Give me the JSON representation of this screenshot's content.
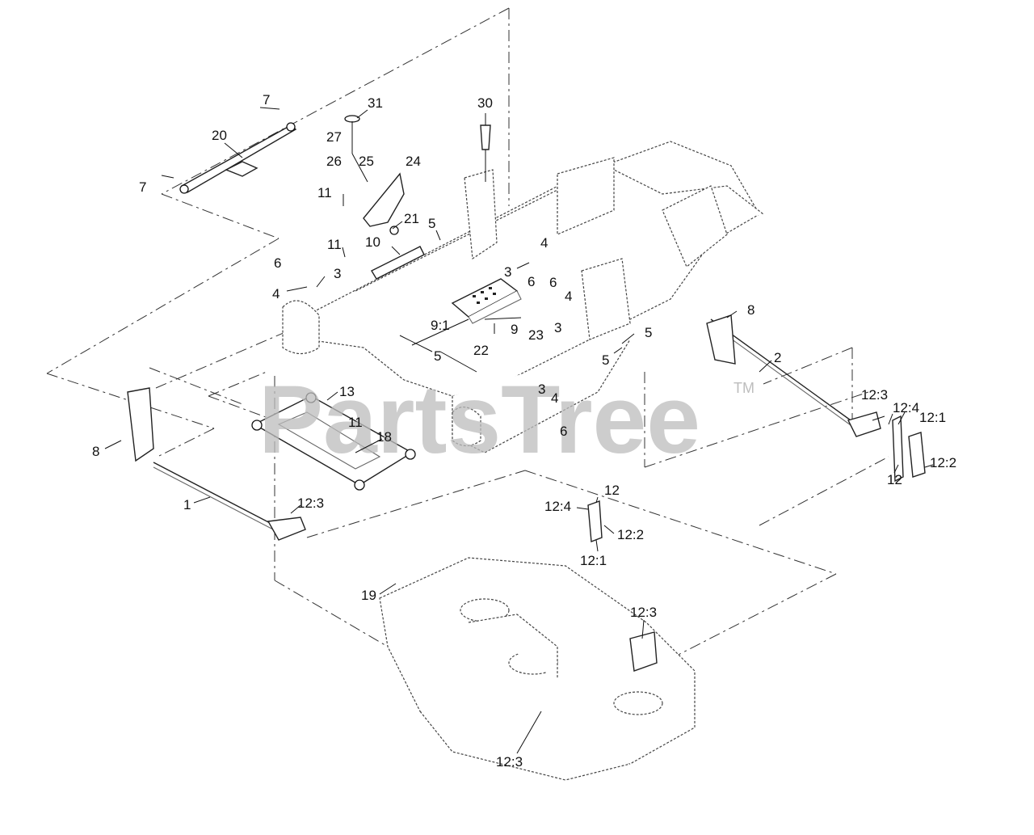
{
  "watermark": {
    "text": "PartsTree",
    "mark": "TM"
  },
  "callouts": [
    "7",
    "31",
    "20",
    "27",
    "26",
    "25",
    "24",
    "7",
    "11",
    "21",
    "5",
    "11",
    "10",
    "30",
    "6",
    "3",
    "4",
    "4",
    "3",
    "6",
    "6",
    "4",
    "9:1",
    "9",
    "23",
    "3",
    "22",
    "5",
    "8",
    "2",
    "5",
    "5",
    "13",
    "11",
    "3",
    "4",
    "6",
    "18",
    "8",
    "12:3",
    "12:4",
    "12:1",
    "12:2",
    "12",
    "1",
    "12:3",
    "12:4",
    "12",
    "12:2",
    "12:1",
    "19",
    "12:3",
    "12:3"
  ]
}
